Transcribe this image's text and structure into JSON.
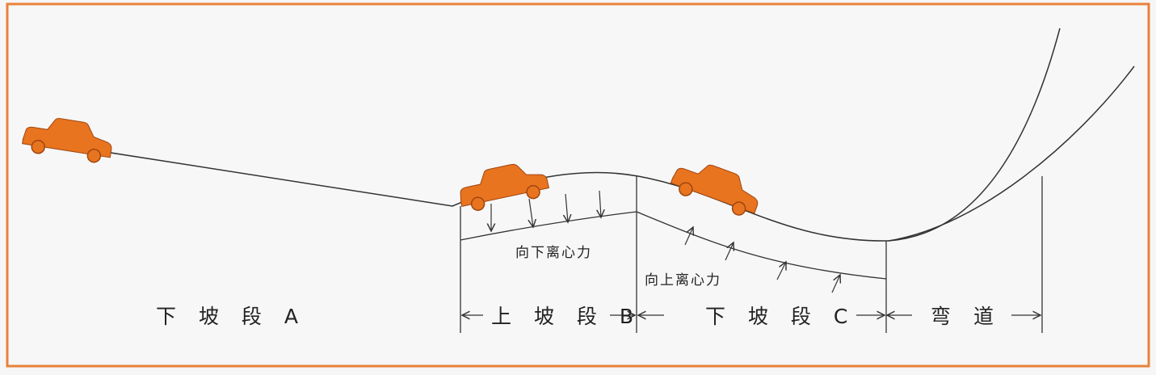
{
  "diagram": {
    "frame_color": "#e8823a",
    "car_color": "#e8741f",
    "line_color": "#333333",
    "labels": {
      "segment_a": "下 坡 段 A",
      "segment_b": "上 坡 段 B",
      "segment_c": "下 坡 段 C",
      "curve": "弯 道",
      "downward_force": "向下离心力",
      "upward_force": "向上离心力"
    }
  }
}
